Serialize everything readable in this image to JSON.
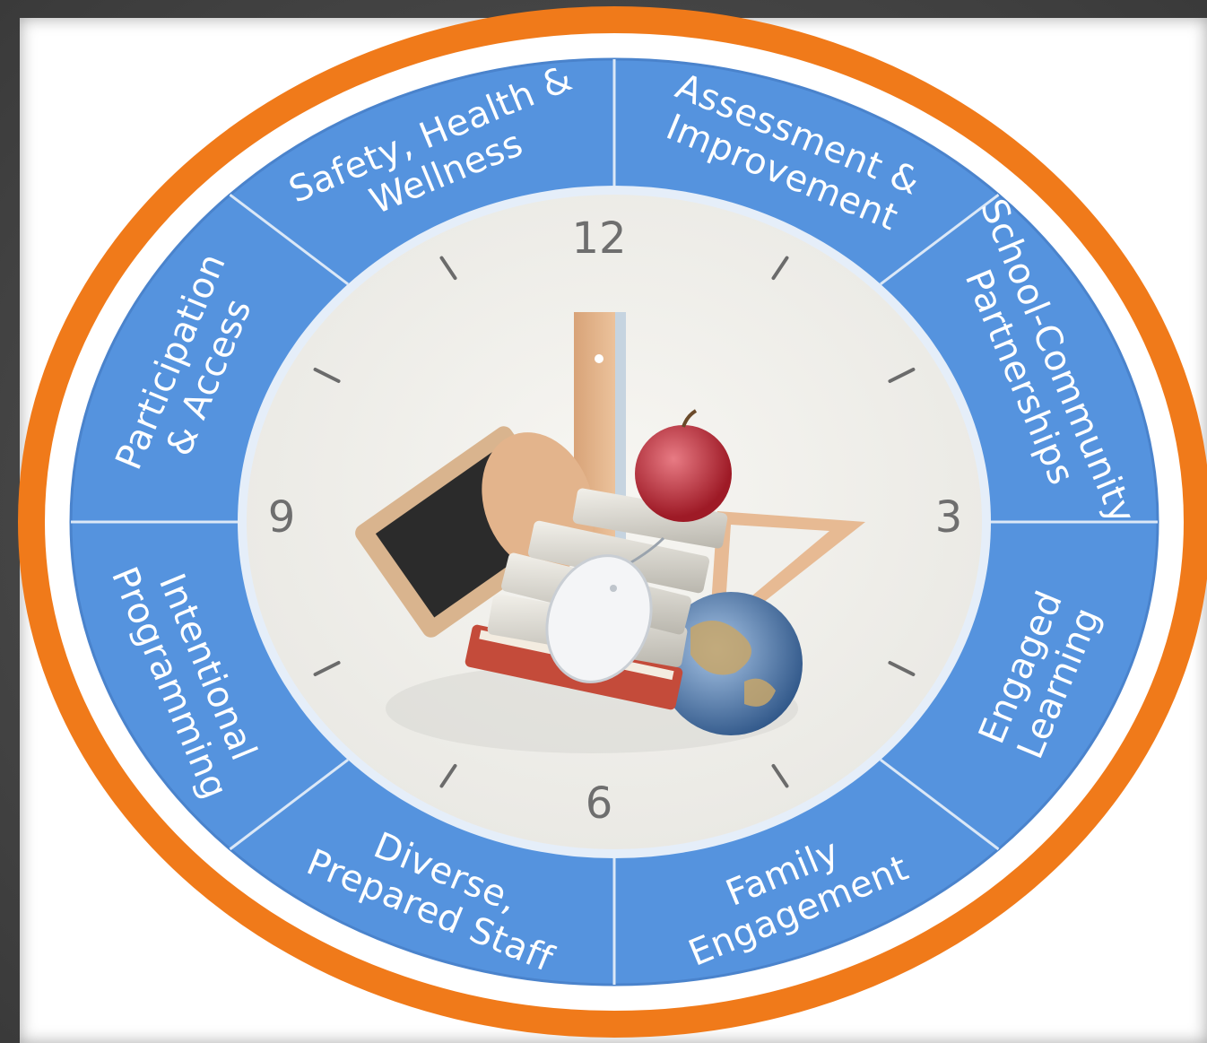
{
  "colors": {
    "outer_ring": "#f07a1a",
    "segment_fill": "#5593de",
    "segment_line": "#dbe8f7",
    "clock_face": "#f1f0ec",
    "tick": "#6b6b6b"
  },
  "segments": [
    {
      "lines": [
        "Assessment &",
        "Improvement"
      ]
    },
    {
      "lines": [
        "School-Community",
        "Partnerships"
      ]
    },
    {
      "lines": [
        "Engaged",
        "Learning"
      ]
    },
    {
      "lines": [
        "Family",
        "Engagement"
      ]
    },
    {
      "lines": [
        "Diverse,",
        "Prepared Staff"
      ]
    },
    {
      "lines": [
        "Intentional",
        "Programming"
      ]
    },
    {
      "lines": [
        "Participation",
        "& Access"
      ]
    },
    {
      "lines": [
        "Safety, Health &",
        "Wellness"
      ]
    }
  ],
  "clock_numbers": {
    "twelve": "12",
    "three": "3",
    "six": "6",
    "nine": "9"
  },
  "center_image": "school-supplies-illustration"
}
